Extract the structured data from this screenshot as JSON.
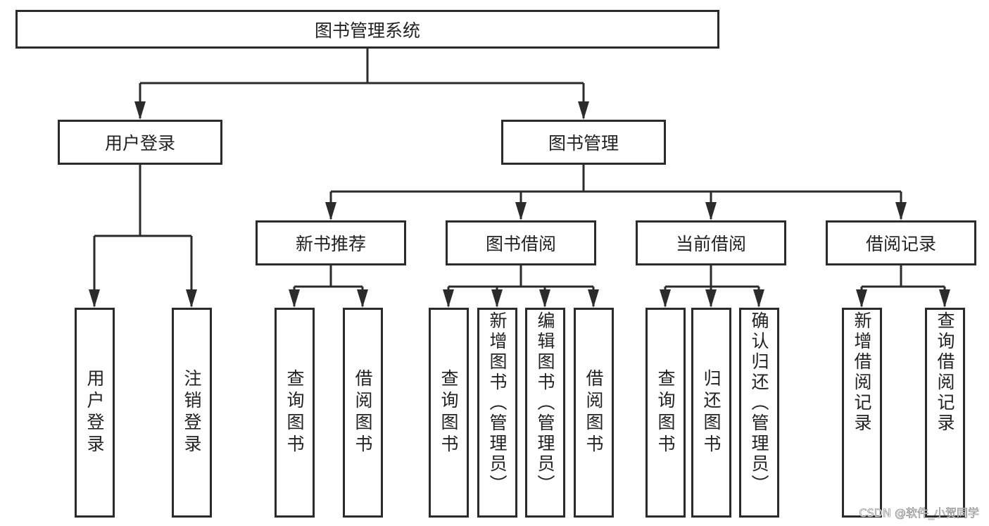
{
  "root": {
    "label": "图书管理系统",
    "children": [
      {
        "label": "用户登录",
        "children": [
          {
            "label": "用户登录"
          },
          {
            "label": "注销登录"
          }
        ]
      },
      {
        "label": "图书管理",
        "children": [
          {
            "label": "新书推荐",
            "children": [
              {
                "label": "查询图书"
              },
              {
                "label": "借阅图书"
              }
            ]
          },
          {
            "label": "图书借阅",
            "children": [
              {
                "label": "查询图书"
              },
              {
                "label": "新增图书（管理员）"
              },
              {
                "label": "编辑图书（管理员）"
              },
              {
                "label": "借阅图书"
              }
            ]
          },
          {
            "label": "当前借阅",
            "children": [
              {
                "label": "查询图书"
              },
              {
                "label": "归还图书"
              },
              {
                "label": "确认归还（管理员）"
              }
            ]
          },
          {
            "label": "借阅记录",
            "children": [
              {
                "label": "新增借阅记录"
              },
              {
                "label": "查询借阅记录"
              }
            ]
          }
        ]
      }
    ]
  },
  "watermark": "CSDN @软件_小贺同学",
  "colors": {
    "stroke": "#2b2b2b",
    "background": "#ffffff"
  }
}
